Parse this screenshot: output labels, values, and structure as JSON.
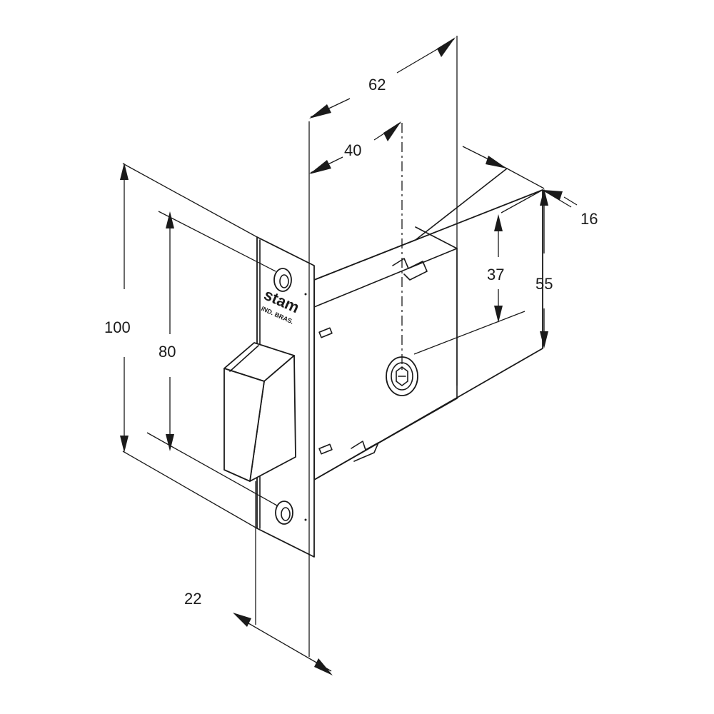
{
  "diagram": {
    "brand": "stam",
    "brand_sub": "IND. BRAS.",
    "dimensions": {
      "height_total": "100",
      "hole_spacing": "80",
      "faceplate_width": "22",
      "backset_total": "62",
      "backset": "40",
      "case_thickness": "16",
      "case_height": "55",
      "spindle_height": "37"
    }
  }
}
